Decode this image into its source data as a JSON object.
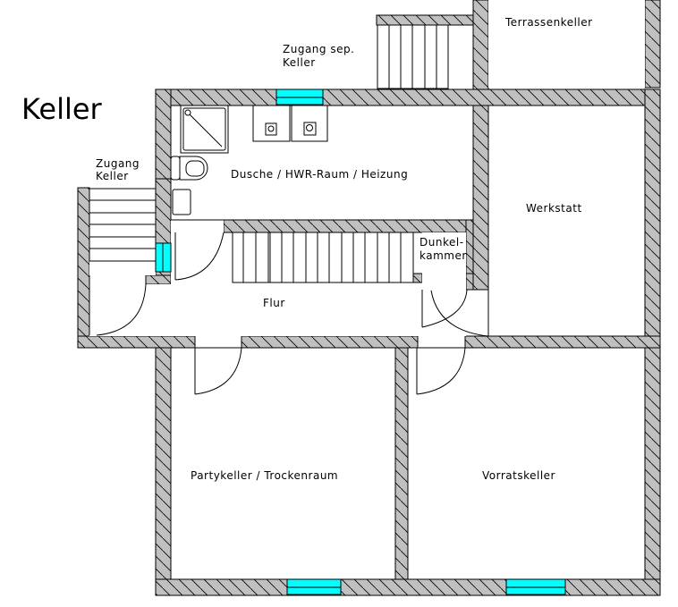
{
  "plan": {
    "title": "Keller",
    "colors": {
      "wall_fill": "#c0c0c0",
      "wall_stroke": "#000000",
      "window": "#00ffff",
      "background": "#ffffff"
    },
    "rooms": [
      {
        "id": "terrassenkeller",
        "label": "Terrassenkeller"
      },
      {
        "id": "dusche-hwr",
        "label": "Dusche / HWR-Raum / Heizung"
      },
      {
        "id": "werkstatt",
        "label": "Werkstatt"
      },
      {
        "id": "dunkelkammer",
        "label_line1": "Dunkel-",
        "label_line2": "kammer"
      },
      {
        "id": "flur",
        "label": "Flur"
      },
      {
        "id": "partykeller",
        "label": "Partykeller / Trockenraum"
      },
      {
        "id": "vorratskeller",
        "label": "Vorratskeller"
      }
    ],
    "access": [
      {
        "id": "zugang-sep-keller",
        "label_line1": "Zugang sep.",
        "label_line2": "Keller"
      },
      {
        "id": "zugang-keller",
        "label_line1": "Zugang",
        "label_line2": "Keller"
      }
    ]
  }
}
